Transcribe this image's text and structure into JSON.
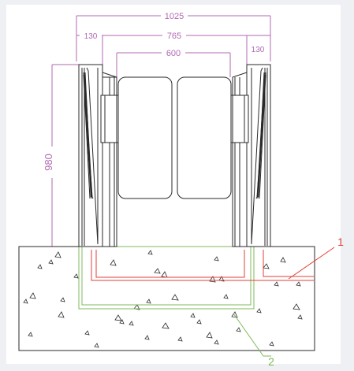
{
  "drawing": {
    "dimensions": {
      "overall_width": "1025",
      "left_post": "130",
      "inner_span": "765",
      "right_post": "130",
      "passage": "600",
      "height": "980"
    },
    "callouts": {
      "red_conduit": "1",
      "green_conduit": "2"
    }
  },
  "colors": {
    "dimension": "#b06ab3",
    "green": "#7fb85a",
    "red": "#e0413a",
    "line": "#2a2a2a",
    "paper": "#ffffff",
    "background": "#eef0f3"
  }
}
